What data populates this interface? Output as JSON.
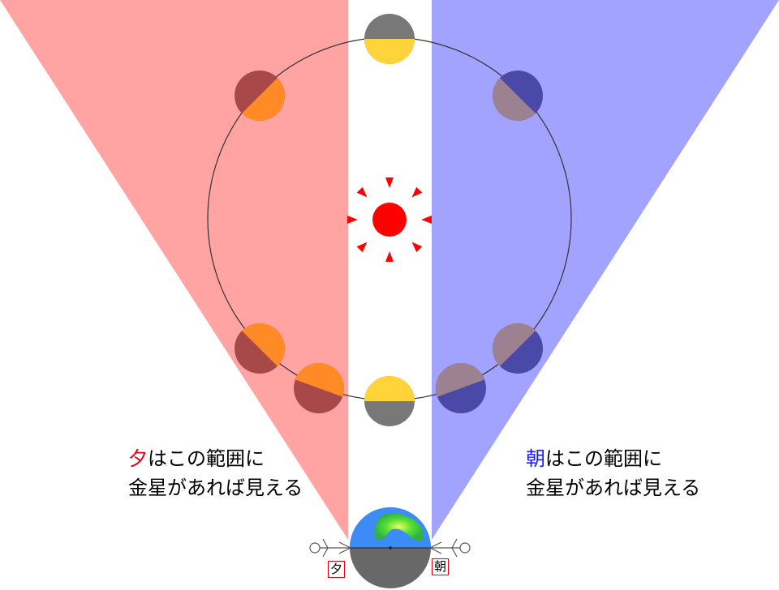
{
  "captions": {
    "evening": {
      "highlight": "夕",
      "line1_rest": "はこの範囲に",
      "line2": "金星があれば見える"
    },
    "morning": {
      "highlight": "朝",
      "line1_rest": "はこの範囲に",
      "line2": "金星があれば見える"
    }
  },
  "observer_tags": {
    "evening": "夕",
    "morning": "朝"
  },
  "colors": {
    "evening_zone": "#ffa3a3",
    "morning_zone": "#a2a2ff",
    "sun": "#ff0000",
    "venus_lit_evening": "#ff8a26",
    "venus_dark_evening": "#a84848",
    "venus_lit_morning": "#9c8290",
    "venus_dark_morning": "#4a49a8",
    "venus_lit_top_bottom": "#ffd43a",
    "venus_dark_top_bottom": "#787878",
    "earth_day": "#3d8cf5",
    "earth_night": "#686868",
    "label_red": "#e60012",
    "label_blue": "#1a1aff"
  }
}
